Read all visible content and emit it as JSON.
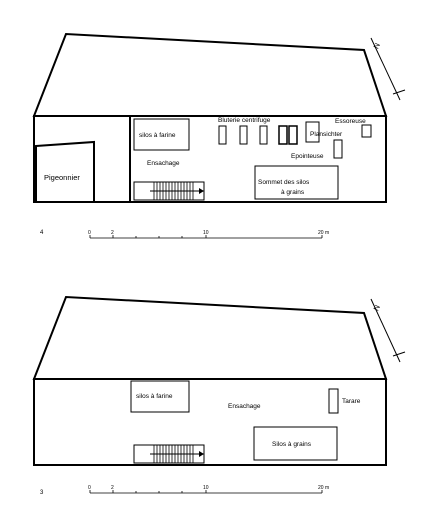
{
  "plan_upper": {
    "floor_number": "4",
    "labels": {
      "pigeonnier": "Pigeonnier",
      "silos_farine": "silos à farine",
      "ensachage": "Ensachage",
      "bluterie": "Bluterie centrifuge",
      "plansichter": "Plansichter",
      "essoreuse": "Essoreuse",
      "epointeuse": "Epointeuse",
      "sommet_line1": "Sommet des silos",
      "sommet_line2": "à grains"
    }
  },
  "plan_lower": {
    "floor_number": "3",
    "labels": {
      "silos_farine": "silos à farine",
      "ensachage": "Ensachage",
      "tarare": "Tarare",
      "silos_grains": "Silos à grains"
    }
  },
  "scale_bar": {
    "ticks": [
      "0",
      "2",
      "10",
      "20 m"
    ]
  },
  "north_arrow": {
    "symbol": "N"
  }
}
